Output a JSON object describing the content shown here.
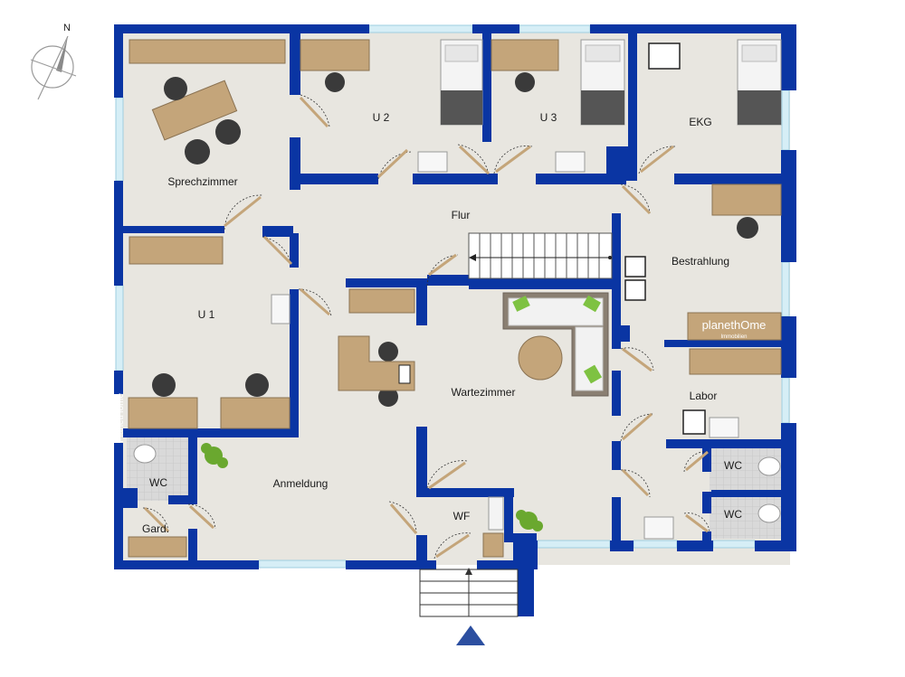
{
  "compass": {
    "north_label": "N"
  },
  "rooms": {
    "sprechzimmer": "Sprechzimmer",
    "u2": "U 2",
    "u3": "U 3",
    "ekg": "EKG",
    "flur": "Flur",
    "bestrahlung": "Bestrahlung",
    "u1": "U 1",
    "wartezimmer": "Wartezimmer",
    "labor": "Labor",
    "wc_left": "WC",
    "anmeldung": "Anmeldung",
    "gard": "Gard.",
    "wf": "WF",
    "wc_right_top": "WC",
    "wc_right_bottom": "WC"
  },
  "watermark": {
    "vertical": "PlanetHome"
  },
  "logo": {
    "brand": "planethOme",
    "subtitle": "Immobilien"
  },
  "colors": {
    "wall": "#0a35a3",
    "floor": "#e8e6e0",
    "tile": "#d5d5d5",
    "furniture": "#c4a57a",
    "window": "#bfe3ef"
  }
}
